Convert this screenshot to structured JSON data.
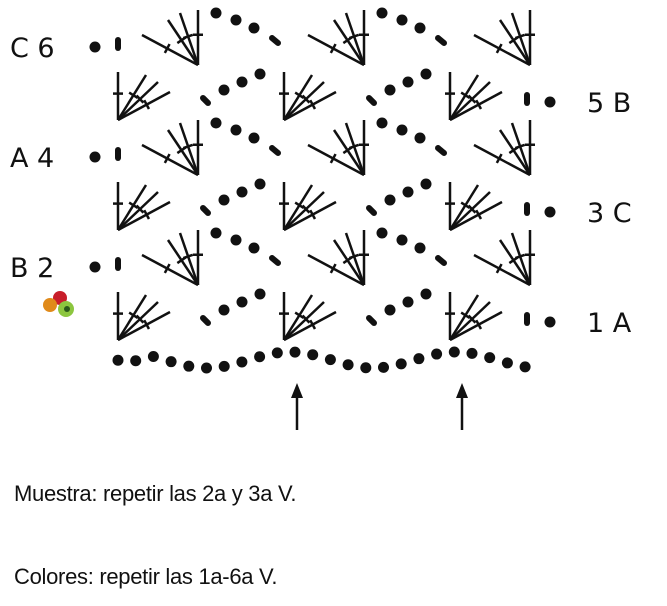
{
  "row_labels_left": [
    "C 6",
    "A 4",
    "B 2"
  ],
  "row_labels_right": [
    "5 B",
    "3 C",
    "1 A"
  ],
  "notes": {
    "pattern": "Muestra: repetir las 2a y 3a V.",
    "colors": "Colores: repetir las 1a-6a V."
  },
  "colors": {
    "ink": "#111111",
    "red": "#c81e2a",
    "orange": "#e08a1a",
    "green": "#8cc63f"
  },
  "repeat_markers": 2,
  "rows": 6,
  "fans_per_row": 3
}
